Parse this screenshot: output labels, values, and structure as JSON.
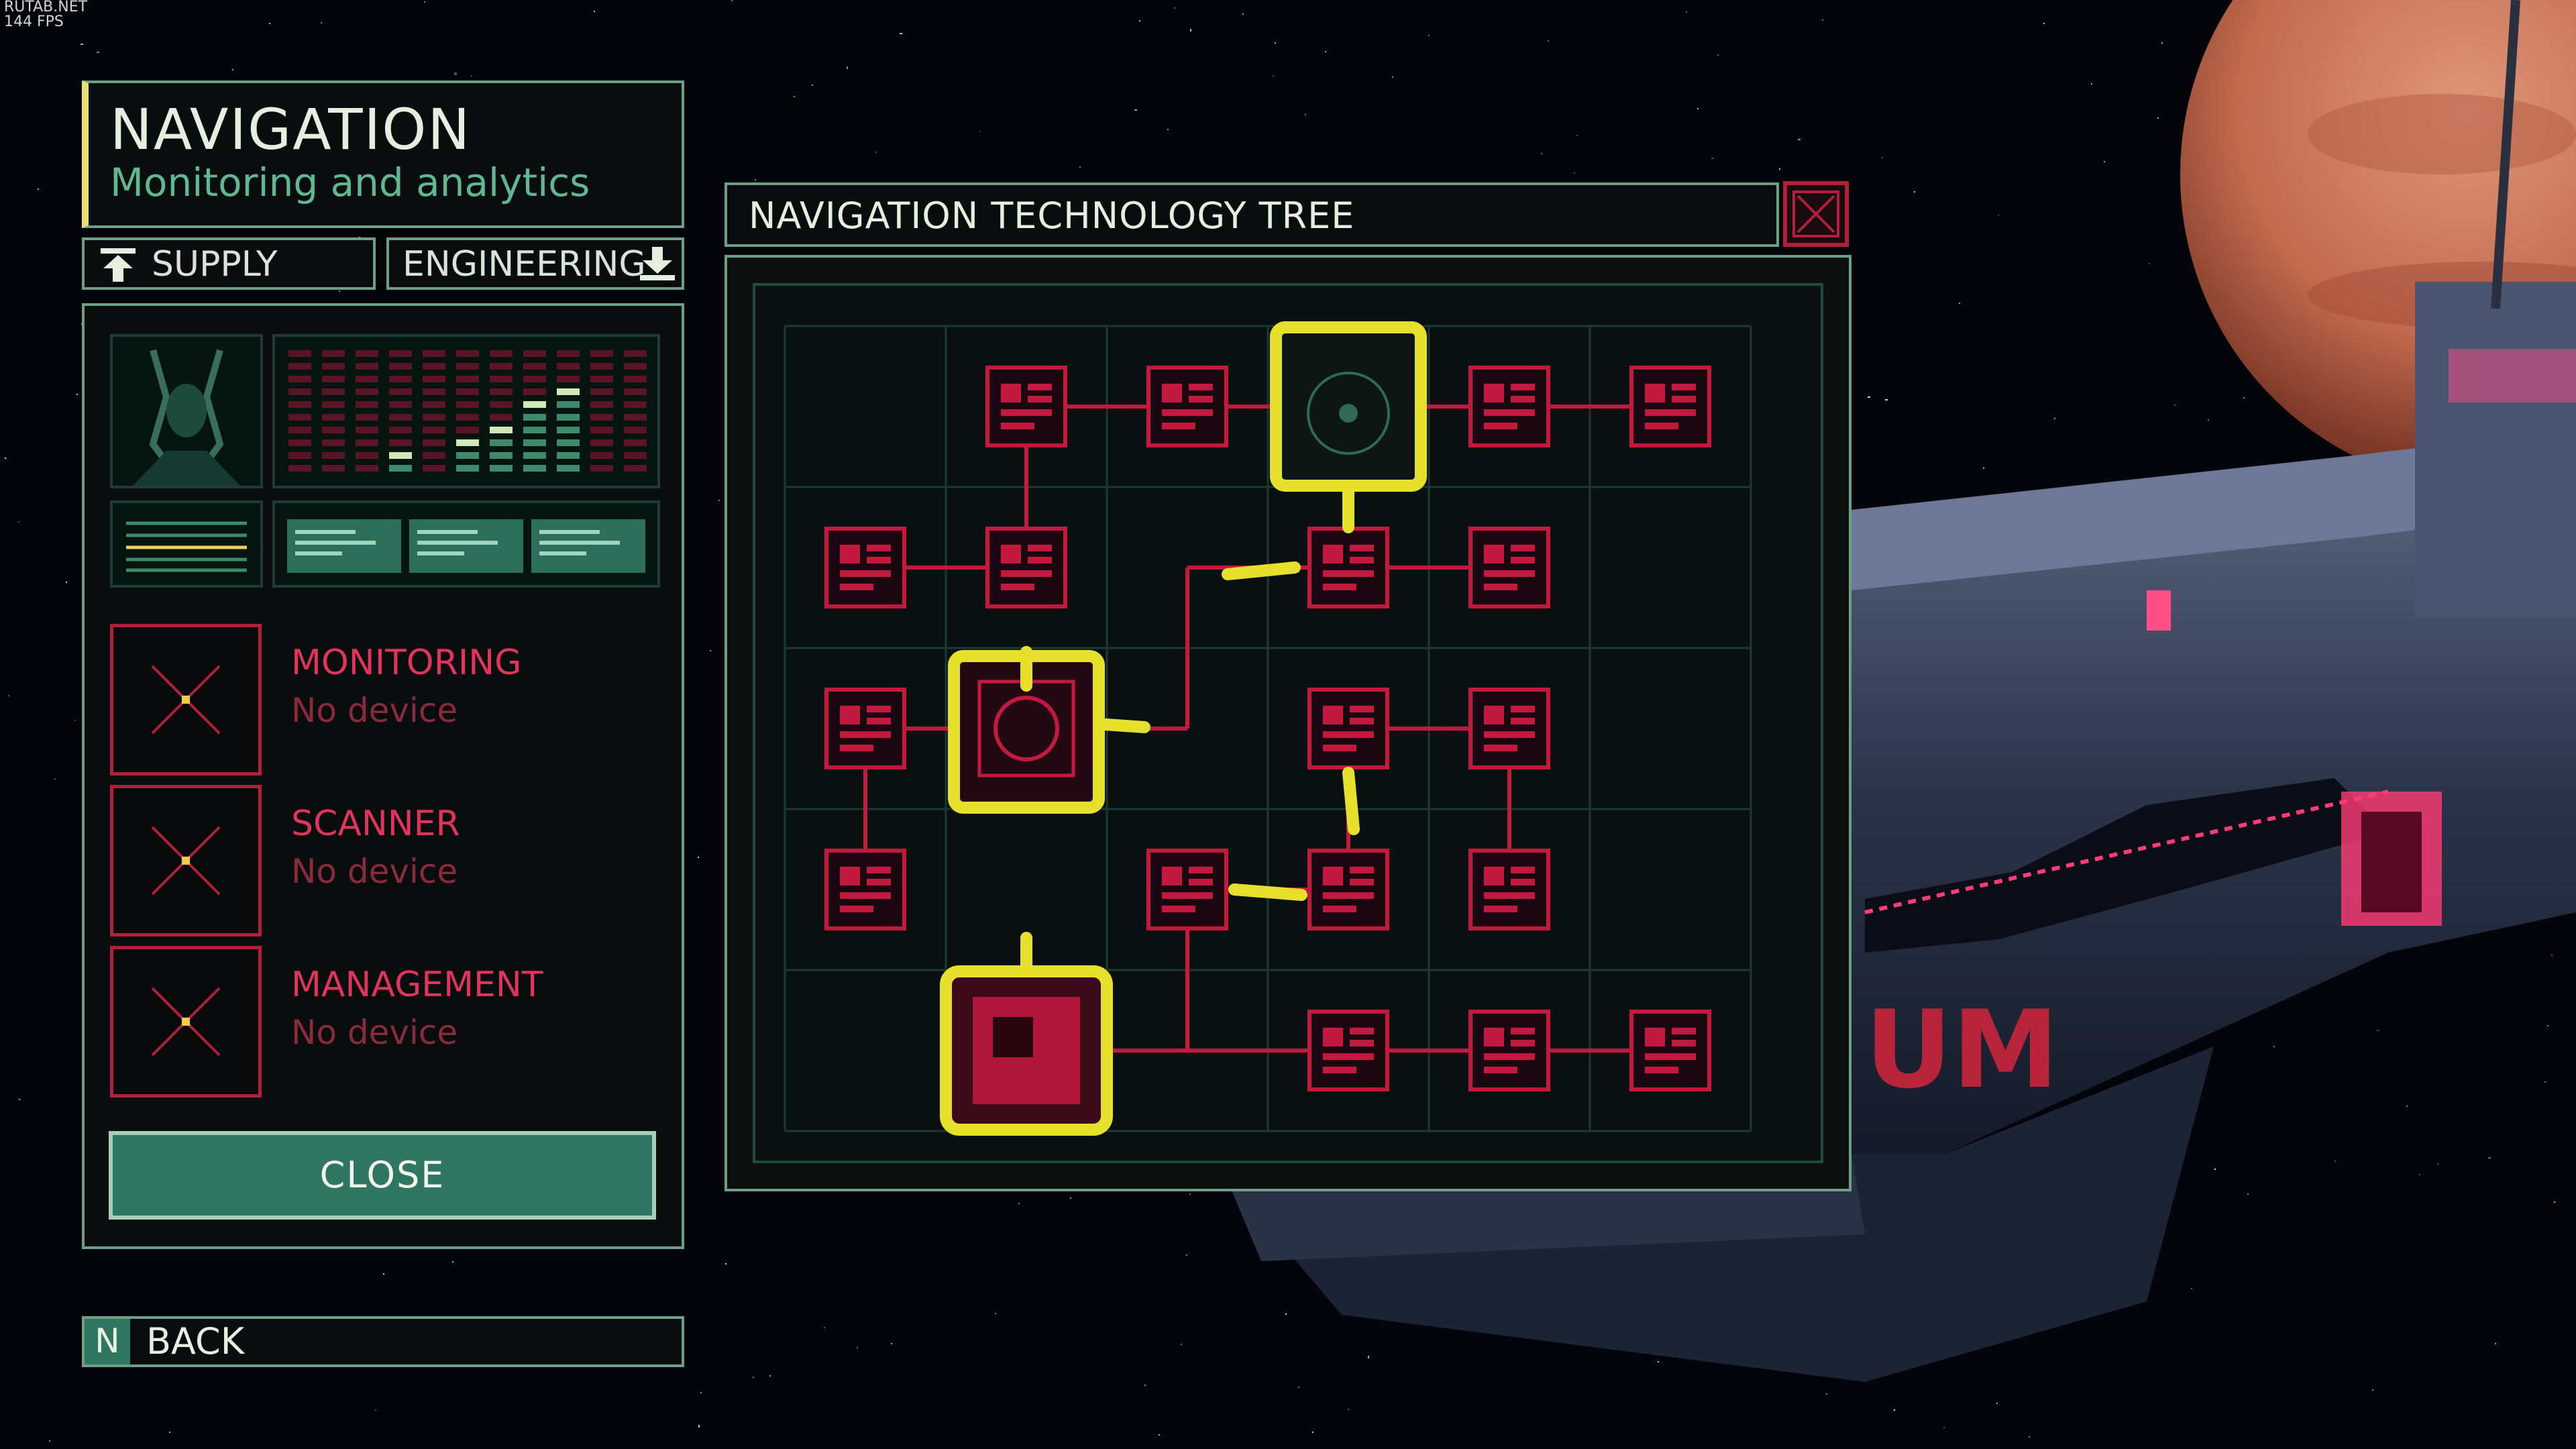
{
  "watermark": {
    "site": "RUTAB.NET",
    "fps": "144 FPS"
  },
  "panel": {
    "title": "NAVIGATION",
    "subtitle": "Monitoring and analytics",
    "tabs": [
      {
        "label": "SUPPLY",
        "icon": "supply-arrow-icon"
      },
      {
        "label": "ENGINEERING",
        "icon": "engineering-arrow-icon"
      }
    ],
    "slots": [
      {
        "title": "MONITORING",
        "status": "No device"
      },
      {
        "title": "SCANNER",
        "status": "No device"
      },
      {
        "title": "MANAGEMENT",
        "status": "No device"
      }
    ],
    "close_label": "CLOSE"
  },
  "back": {
    "key": "N",
    "label": "BACK"
  },
  "tree": {
    "title": "NAVIGATION TECHNOLOGY TREE",
    "close_icon": "close-x-icon",
    "highlight_color": "#e6e02c",
    "node_color": "#c4193f"
  }
}
